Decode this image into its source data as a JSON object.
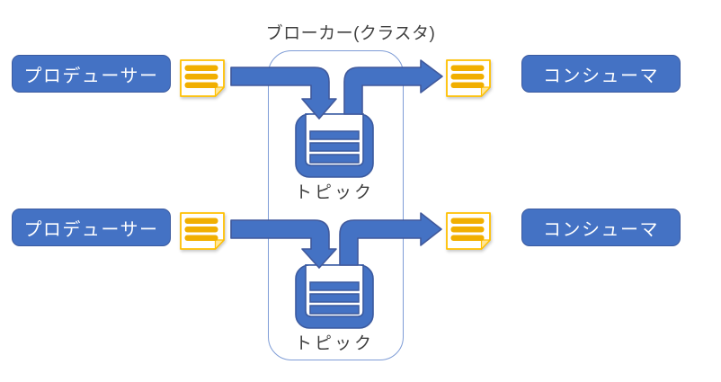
{
  "title": "ブローカー(クラスタ)",
  "nodes": {
    "producers": [
      {
        "label": "プロデューサー"
      },
      {
        "label": "プロデューサー"
      }
    ],
    "consumers": [
      {
        "label": "コンシューマ"
      },
      {
        "label": "コンシューマ"
      }
    ],
    "topics": [
      {
        "label": "トピック"
      },
      {
        "label": "トピック"
      }
    ]
  },
  "icons": {
    "message": "message-note-icon",
    "topic": "topic-queue-icon"
  },
  "colors": {
    "shape-blue": "#4472C4",
    "shape-border": "#3B5A9F",
    "arrow-fill": "#4472C4",
    "arrow-outline": "#41599B",
    "note-border": "#FFC000",
    "note-bar": "#F1AF00",
    "note-fold": "#FFE699",
    "cluster-outline": "#7E9CD6",
    "label-text": "#3F3F3F",
    "box-text": "#FFFFFF",
    "background": "#FFFFFF"
  }
}
